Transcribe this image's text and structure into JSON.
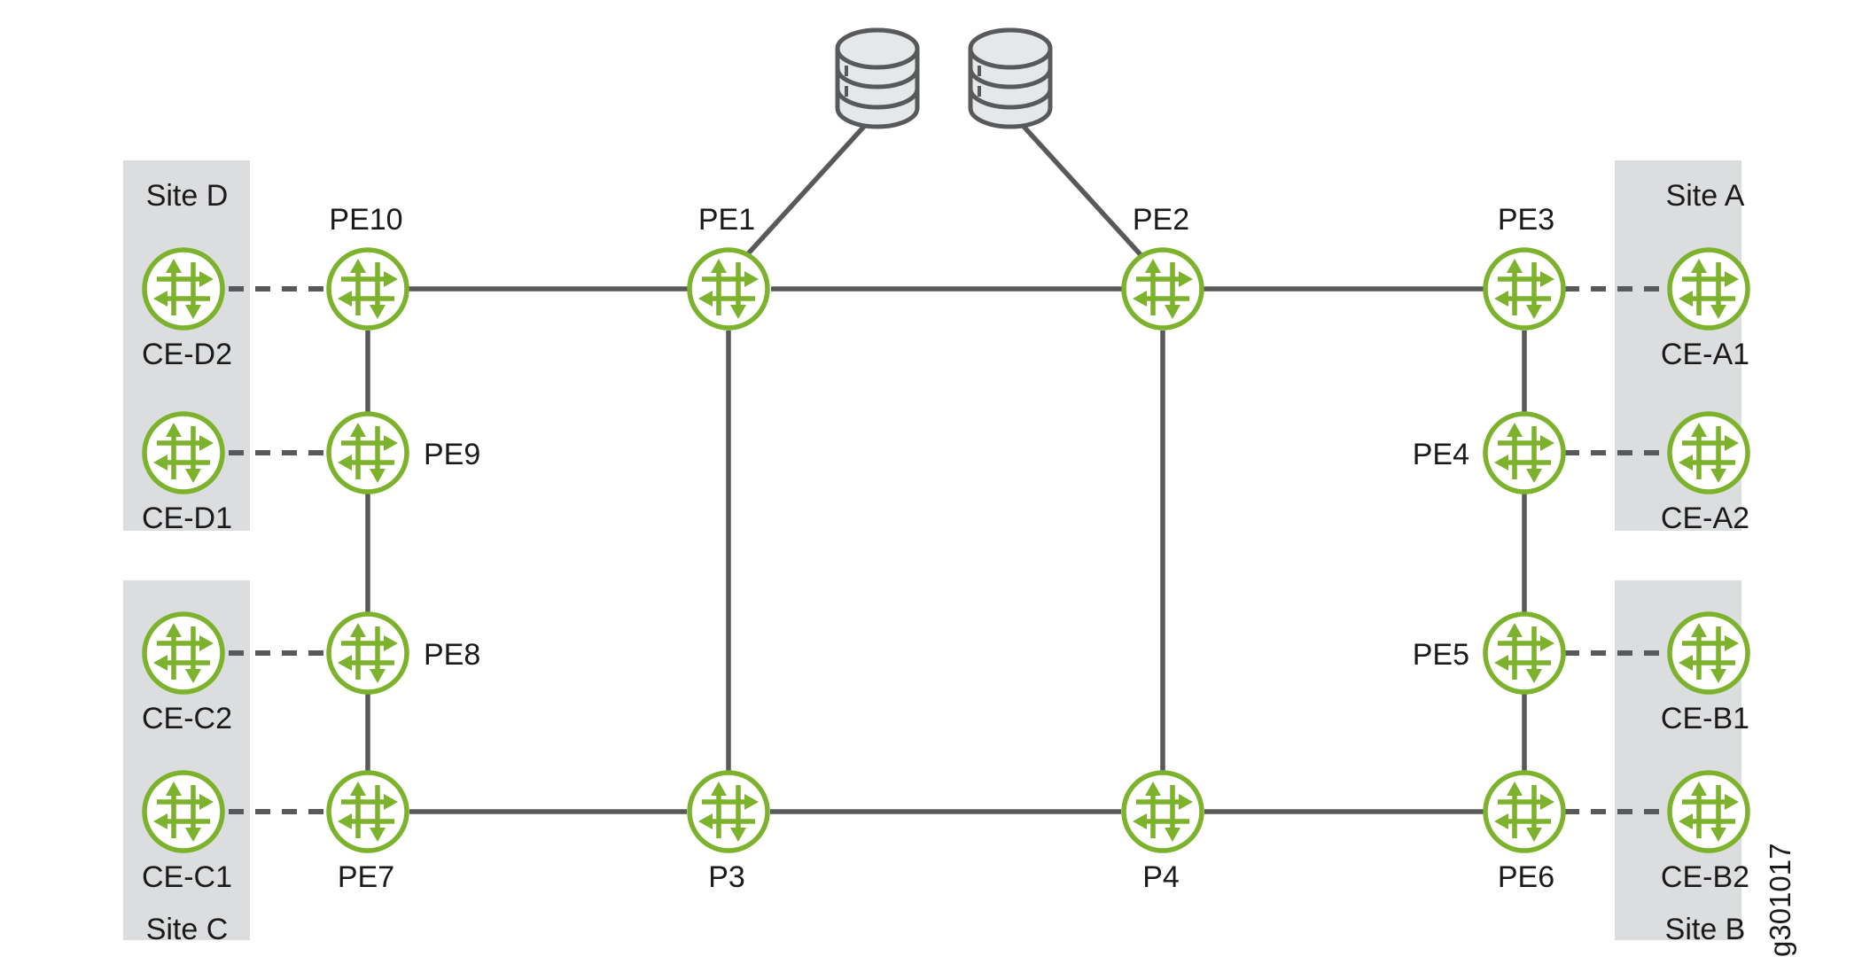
{
  "figure": {
    "id_label": "g301017",
    "background_color": "#ffffff",
    "node_color": "#7cb22c",
    "link_color": "#58595b",
    "panel_color": "#dcdddf",
    "database_fill": "#e6e7e8"
  },
  "site_panels": [
    {
      "key": "site_d",
      "label": "Site D",
      "label_position": "top"
    },
    {
      "key": "site_c",
      "label": "Site C",
      "label_position": "bottom"
    },
    {
      "key": "site_a",
      "label": "Site A",
      "label_position": "top"
    },
    {
      "key": "site_b",
      "label": "Site B",
      "label_position": "bottom"
    }
  ],
  "databases": [
    {
      "key": "db_left",
      "name": "database-cylinder",
      "connects_to": "PE1"
    },
    {
      "key": "db_right",
      "name": "database-cylinder",
      "connects_to": "PE2"
    }
  ],
  "nodes": [
    {
      "key": "ce_d2",
      "label": "CE-D2",
      "type": "ce-router",
      "label_placement": "below",
      "site": "Site D"
    },
    {
      "key": "ce_d1",
      "label": "CE-D1",
      "type": "ce-router",
      "label_placement": "below",
      "site": "Site D"
    },
    {
      "key": "ce_c2",
      "label": "CE-C2",
      "type": "ce-router",
      "label_placement": "below",
      "site": "Site C"
    },
    {
      "key": "ce_c1",
      "label": "CE-C1",
      "type": "ce-router",
      "label_placement": "below",
      "site": "Site C"
    },
    {
      "key": "pe10",
      "label": "PE10",
      "type": "pe-router",
      "label_placement": "above"
    },
    {
      "key": "pe9",
      "label": "PE9",
      "type": "pe-router",
      "label_placement": "right"
    },
    {
      "key": "pe8",
      "label": "PE8",
      "type": "pe-router",
      "label_placement": "right"
    },
    {
      "key": "pe7",
      "label": "PE7",
      "type": "pe-router",
      "label_placement": "below"
    },
    {
      "key": "pe1",
      "label": "PE1",
      "type": "pe-router",
      "label_placement": "above"
    },
    {
      "key": "p3",
      "label": "P3",
      "type": "p-router",
      "label_placement": "below"
    },
    {
      "key": "pe2",
      "label": "PE2",
      "type": "pe-router",
      "label_placement": "above"
    },
    {
      "key": "p4",
      "label": "P4",
      "type": "p-router",
      "label_placement": "below"
    },
    {
      "key": "pe3",
      "label": "PE3",
      "type": "pe-router",
      "label_placement": "above"
    },
    {
      "key": "pe4",
      "label": "PE4",
      "type": "pe-router",
      "label_placement": "left"
    },
    {
      "key": "pe5",
      "label": "PE5",
      "type": "pe-router",
      "label_placement": "left"
    },
    {
      "key": "pe6",
      "label": "PE6",
      "type": "pe-router",
      "label_placement": "below"
    },
    {
      "key": "ce_a1",
      "label": "CE-A1",
      "type": "ce-router",
      "label_placement": "below",
      "site": "Site A"
    },
    {
      "key": "ce_a2",
      "label": "CE-A2",
      "type": "ce-router",
      "label_placement": "below",
      "site": "Site A"
    },
    {
      "key": "ce_b1",
      "label": "CE-B1",
      "type": "ce-router",
      "label_placement": "below",
      "site": "Site B"
    },
    {
      "key": "ce_b2",
      "label": "CE-B2",
      "type": "ce-router",
      "label_placement": "below",
      "site": "Site B"
    }
  ],
  "links": [
    {
      "from": "ce_d2",
      "to": "pe10",
      "style": "dashed"
    },
    {
      "from": "ce_d1",
      "to": "pe9",
      "style": "dashed"
    },
    {
      "from": "ce_c2",
      "to": "pe8",
      "style": "dashed"
    },
    {
      "from": "ce_c1",
      "to": "pe7",
      "style": "dashed"
    },
    {
      "from": "pe3",
      "to": "ce_a1",
      "style": "dashed"
    },
    {
      "from": "pe4",
      "to": "ce_a2",
      "style": "dashed"
    },
    {
      "from": "pe5",
      "to": "ce_b1",
      "style": "dashed"
    },
    {
      "from": "pe6",
      "to": "ce_b2",
      "style": "dashed"
    },
    {
      "from": "pe10",
      "to": "pe1",
      "style": "solid"
    },
    {
      "from": "pe1",
      "to": "pe2",
      "style": "solid"
    },
    {
      "from": "pe2",
      "to": "pe3",
      "style": "solid"
    },
    {
      "from": "pe10",
      "to": "pe9",
      "style": "solid"
    },
    {
      "from": "pe9",
      "to": "pe8",
      "style": "solid"
    },
    {
      "from": "pe8",
      "to": "pe7",
      "style": "solid"
    },
    {
      "from": "pe3",
      "to": "pe4",
      "style": "solid"
    },
    {
      "from": "pe4",
      "to": "pe5",
      "style": "solid"
    },
    {
      "from": "pe5",
      "to": "pe6",
      "style": "solid"
    },
    {
      "from": "pe1",
      "to": "p3",
      "style": "solid"
    },
    {
      "from": "pe2",
      "to": "p4",
      "style": "solid"
    },
    {
      "from": "pe7",
      "to": "p3",
      "style": "solid"
    },
    {
      "from": "p3",
      "to": "p4",
      "style": "solid"
    },
    {
      "from": "p4",
      "to": "pe6",
      "style": "solid"
    },
    {
      "from": "db_left",
      "to": "pe1",
      "style": "solid"
    },
    {
      "from": "db_right",
      "to": "pe2",
      "style": "solid"
    }
  ]
}
